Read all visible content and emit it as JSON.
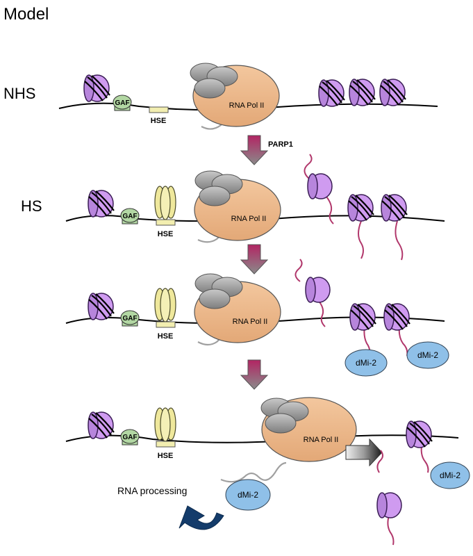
{
  "title": "Model",
  "labels": {
    "nhs": "NHS",
    "hs": "HS",
    "gaf": "GAF",
    "hse": "HSE",
    "rna_pol": "RNA Pol II",
    "parp1": "PARP1",
    "dmi2": "dMi-2",
    "rna_processing": "RNA processing"
  },
  "colors": {
    "nucleosome": "#cf9bf0",
    "nucleosome_stroke": "#3a1d55",
    "gaf": "#b2d7a3",
    "hse_box": "#f2eeb0",
    "hsf": "#efe89c",
    "pol_body": "#edb98a",
    "pol_cap": "#a8a8a8",
    "dmi2": "#8fc0e8",
    "histone_tail": "#b1376b",
    "transcript": "#a0a0a0",
    "arrow_top": "#b22563",
    "arrow_bottom": "#8a8a8a",
    "curved_arrow": "#143c6b"
  },
  "icons": {
    "nucleosome": "nucleosome-cylinder-icon",
    "hsf_trimer": "hsf-trimer-icon",
    "transcription_direction": "block-arrow-right-icon",
    "processing": "curved-arrow-icon"
  }
}
